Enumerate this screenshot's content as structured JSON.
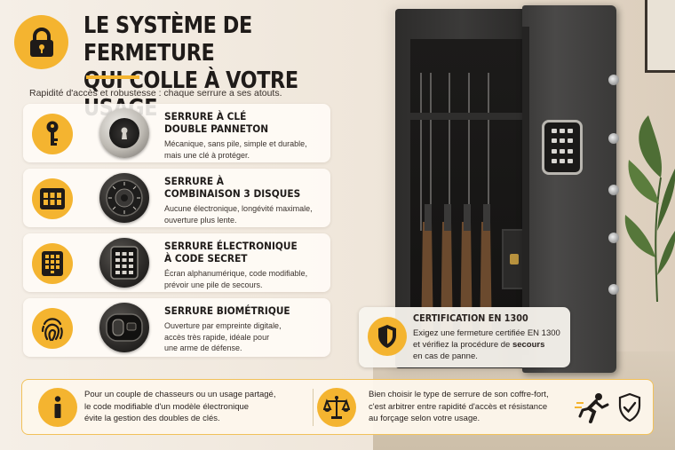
{
  "header": {
    "title_line1": "LE SYSTÈME DE FERMETURE",
    "title_line2": "QUI COLLE À VOTRE USAGE",
    "subtitle": "Rapidité d'accès et robustesse : chaque serrure a ses atouts."
  },
  "locks": [
    {
      "title_line1": "SERRURE À CLÉ",
      "title_line2": "DOUBLE PANNETON",
      "desc_line1": "Mécanique, sans pile, simple et durable,",
      "desc_line2": "mais une clé à protéger.",
      "desc_line3": "",
      "icon": "key-icon"
    },
    {
      "title_line1": "SERRURE À",
      "title_line2": "COMBINAISON 3 DISQUES",
      "desc_line1": "Aucune électronique, longévité maximale,",
      "desc_line2": "ouverture plus lente.",
      "desc_line3": "",
      "icon": "dial-icon"
    },
    {
      "title_line1": "SERRURE ÉLECTRONIQUE",
      "title_line2": "À CODE SECRET",
      "desc_line1": "Écran alphanumérique, code modifiable,",
      "desc_line2": "prévoir une pile de secours.",
      "desc_line3": "",
      "icon": "keypad-icon"
    },
    {
      "title_line1": "SERRURE BIOMÉTRIQUE",
      "title_line2": "",
      "desc_line1": "Ouverture par empreinte digitale,",
      "desc_line2": "accès très rapide, idéale pour",
      "desc_line3": "une arme de défense.",
      "icon": "fingerprint-icon"
    }
  ],
  "certification": {
    "title": "CERTIFICATION EN 1300",
    "desc_line1": "Exigez une fermeture certifiée EN 1300",
    "desc_line2_pre": "et vérifiez la procédure de ",
    "desc_line2_bold": "secours",
    "desc_line3": "en cas de panne."
  },
  "footer": {
    "left_line1": "Pour un couple de chasseurs ou un usage partagé,",
    "left_line2": "le code modifiable d'un modèle électronique",
    "left_line3": "évite la gestion des doubles de clés.",
    "right_line1": "Bien choisir le type de serrure de son coffre-fort,",
    "right_line2": "c'est arbitrer entre rapidité d'accès et résistance",
    "right_line3": "au forçage selon votre usage."
  },
  "colors": {
    "accent": "#f4b430",
    "text_dark": "#1f1b19"
  }
}
